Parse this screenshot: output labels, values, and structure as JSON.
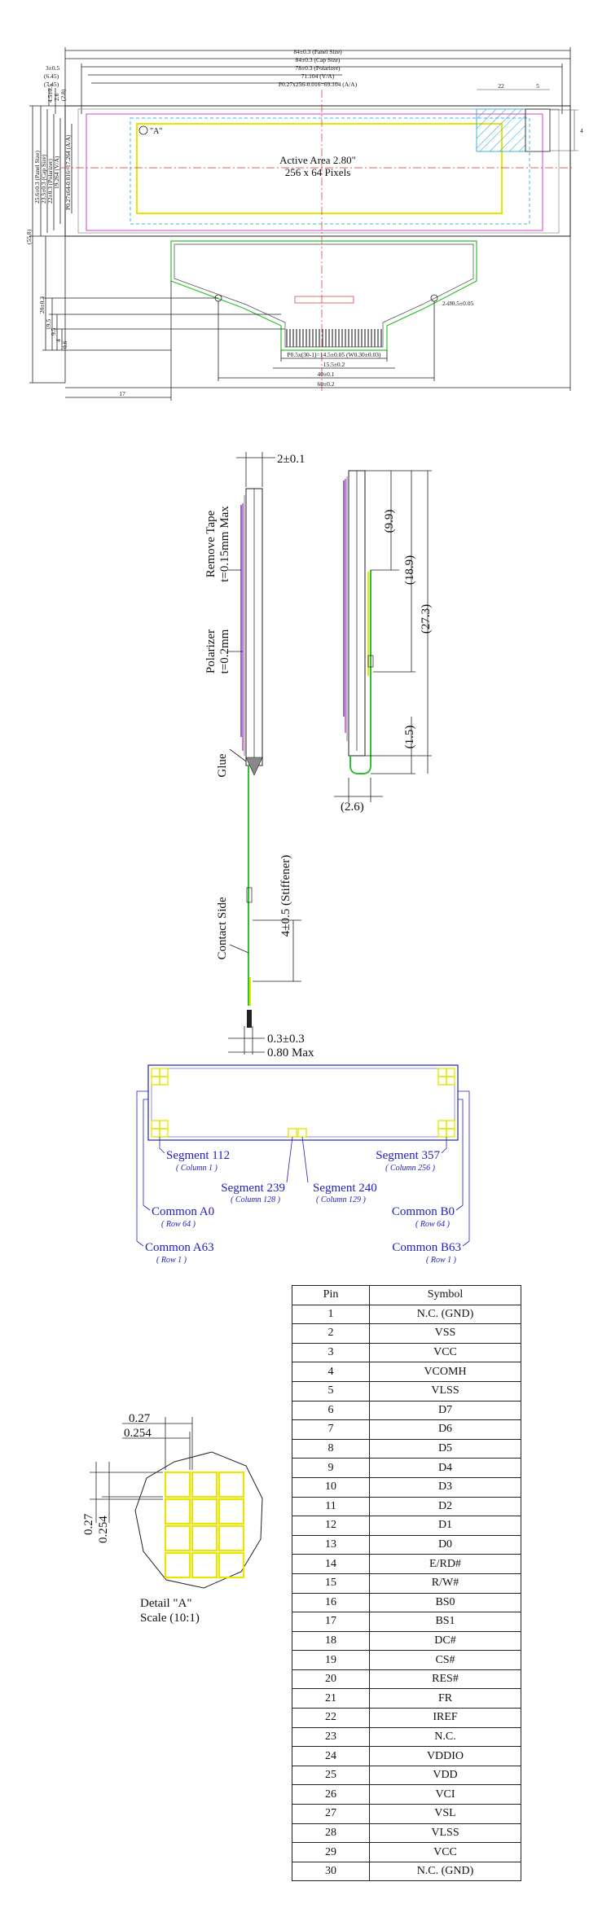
{
  "outline": {
    "top_dims": [
      "84±0.3 (Panel Size)",
      "84±0.3 (Cap Size)",
      "78±0.3 (Polarizer)",
      "71.104 (V/A)",
      "P0.27x256-0.016=69.104 (A/A)"
    ],
    "left_dims": [
      "3±0.5",
      "(6.45)",
      "(7.45)"
    ],
    "side_dims": [
      "25.6±0.3 (Panel Size)",
      "23.5±0.3 (Cap Size)",
      "22±0.3 (Polarizer)",
      "19.264 (V/A)",
      "P0.27x64-0.016=17.264 (A/A)"
    ],
    "right_small_dims": [
      "4.5±0.5",
      "2.6",
      "(2.8)"
    ],
    "total_height": "(55.8)",
    "lower_dims": [
      "20±0.3",
      "19.5",
      "9.5",
      "4",
      "0.6"
    ],
    "marker_a": "\"A\"",
    "active_area_line1": "Active Area 2.80\"",
    "active_area_line2": "256 x 64 Pixels",
    "hole_label": "2-Ø0.5±0.05",
    "fpc_pitch": "P0.5x(30-1)=14.5±0.05 (W0.30±0.03)",
    "dim_15_5": "15.5±0.2",
    "dim_40": "40±0.1",
    "dim_60": "60±0.2",
    "dim_17": "17",
    "right_box_dims": [
      "22",
      "5",
      "4"
    ]
  },
  "side_view": {
    "thickness": "2±0.1",
    "remove_tape_line1": "Remove Tape",
    "remove_tape_line2": "t=0.15mm Max",
    "polarizer_line1": "Polarizer",
    "polarizer_line2": "t=0.2mm",
    "glue": "Glue",
    "contact_side": "Contact Side",
    "stiffener": "4±0.5 (Stiffener)",
    "fpc_thickness": "0.3±0.3",
    "max_thickness": "0.80 Max",
    "bend_dims": [
      "(9.9)",
      "(18.9)",
      "(27.3)",
      "(1.5)"
    ],
    "bend_width": "(2.6)"
  },
  "pixel_map": {
    "seg_112": "Segment 112",
    "seg_112_col": "( Column 1 )",
    "seg_357": "Segment 357",
    "seg_357_col": "( Column 256 )",
    "seg_239": "Segment 239",
    "seg_239_col": "( Column 128 )",
    "seg_240": "Segment 240",
    "seg_240_col": "( Column 129 )",
    "com_a0": "Common A0",
    "com_a0_row": "( Row 64 )",
    "com_b0": "Common B0",
    "com_b0_row": "( Row 64 )",
    "com_a63": "Common A63",
    "com_a63_row": "( Row 1 )",
    "com_b63": "Common B63",
    "com_b63_row": "( Row 1 )"
  },
  "detail": {
    "dim_h1": "0.27",
    "dim_h2": "0.254",
    "dim_v1": "0.27",
    "dim_v2": "0.254",
    "title": "Detail \"A\"",
    "scale": "Scale (10:1)"
  },
  "pin_table": {
    "header_pin": "Pin",
    "header_symbol": "Symbol",
    "rows": [
      {
        "pin": "1",
        "symbol": "N.C. (GND)"
      },
      {
        "pin": "2",
        "symbol": "VSS"
      },
      {
        "pin": "3",
        "symbol": "VCC"
      },
      {
        "pin": "4",
        "symbol": "VCOMH"
      },
      {
        "pin": "5",
        "symbol": "VLSS"
      },
      {
        "pin": "6",
        "symbol": "D7"
      },
      {
        "pin": "7",
        "symbol": "D6"
      },
      {
        "pin": "8",
        "symbol": "D5"
      },
      {
        "pin": "9",
        "symbol": "D4"
      },
      {
        "pin": "10",
        "symbol": "D3"
      },
      {
        "pin": "11",
        "symbol": "D2"
      },
      {
        "pin": "12",
        "symbol": "D1"
      },
      {
        "pin": "13",
        "symbol": "D0"
      },
      {
        "pin": "14",
        "symbol": "E/RD#"
      },
      {
        "pin": "15",
        "symbol": "R/W#"
      },
      {
        "pin": "16",
        "symbol": "BS0"
      },
      {
        "pin": "17",
        "symbol": "BS1"
      },
      {
        "pin": "18",
        "symbol": "DC#"
      },
      {
        "pin": "19",
        "symbol": "CS#"
      },
      {
        "pin": "20",
        "symbol": "RES#"
      },
      {
        "pin": "21",
        "symbol": "FR"
      },
      {
        "pin": "22",
        "symbol": "IREF"
      },
      {
        "pin": "23",
        "symbol": "N.C."
      },
      {
        "pin": "24",
        "symbol": "VDDIO"
      },
      {
        "pin": "25",
        "symbol": "VDD"
      },
      {
        "pin": "26",
        "symbol": "VCI"
      },
      {
        "pin": "27",
        "symbol": "VSL"
      },
      {
        "pin": "28",
        "symbol": "VLSS"
      },
      {
        "pin": "29",
        "symbol": "VCC"
      },
      {
        "pin": "30",
        "symbol": "N.C. (GND)"
      }
    ]
  },
  "colors": {
    "active_area": "#e6e600",
    "polarizer": "#d040d0",
    "cap": "#40b0e0",
    "fpc": "#30c030",
    "pixel_map_lines": "#2020c0",
    "center_line": "#d03030"
  }
}
